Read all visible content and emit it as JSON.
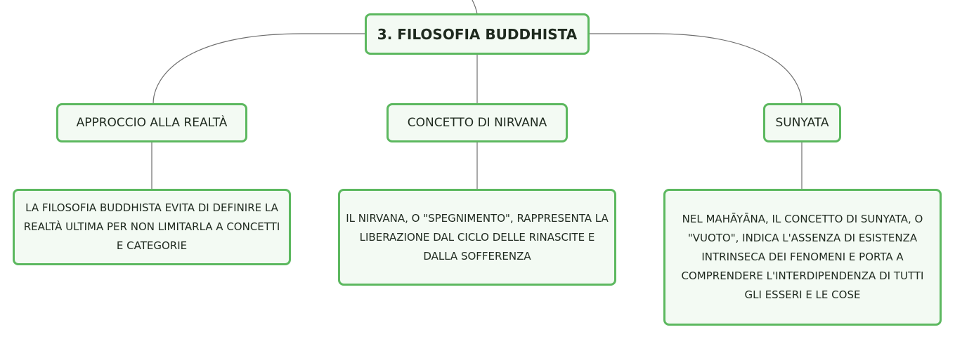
{
  "colors": {
    "node_border": "#5cb85f",
    "node_fill": "#f3faf3",
    "connector": "#6f6f6f",
    "text": "#1f2a1f"
  },
  "root": {
    "label": "3. FILOSOFIA BUDDHISTA"
  },
  "branches": [
    {
      "label": "APPROCCIO ALLA REALTÀ",
      "detail": "LA FILOSOFIA BUDDHISTA EVITA DI DEFINIRE LA REALTÀ ULTIMA PER NON LIMITARLA A CONCETTI E CATEGORIE"
    },
    {
      "label": "CONCETTO DI NIRVANA",
      "detail": "IL NIRVANA, O \"SPEGNIMENTO\", RAPPRESENTA LA LIBERAZIONE DAL CICLO DELLE RINASCITE E DALLA SOFFERENZA"
    },
    {
      "label": "SUNYATA",
      "detail": "NEL MAHĀYĀNA, IL CONCETTO DI SUNYATA, O \"VUOTO\", INDICA L'ASSENZA DI ESISTENZA INTRINSECA DEI FENOMENI E PORTA A COMPRENDERE L'INTERDIPENDENZA DI TUTTI GLI ESSERI E LE COSE"
    }
  ]
}
